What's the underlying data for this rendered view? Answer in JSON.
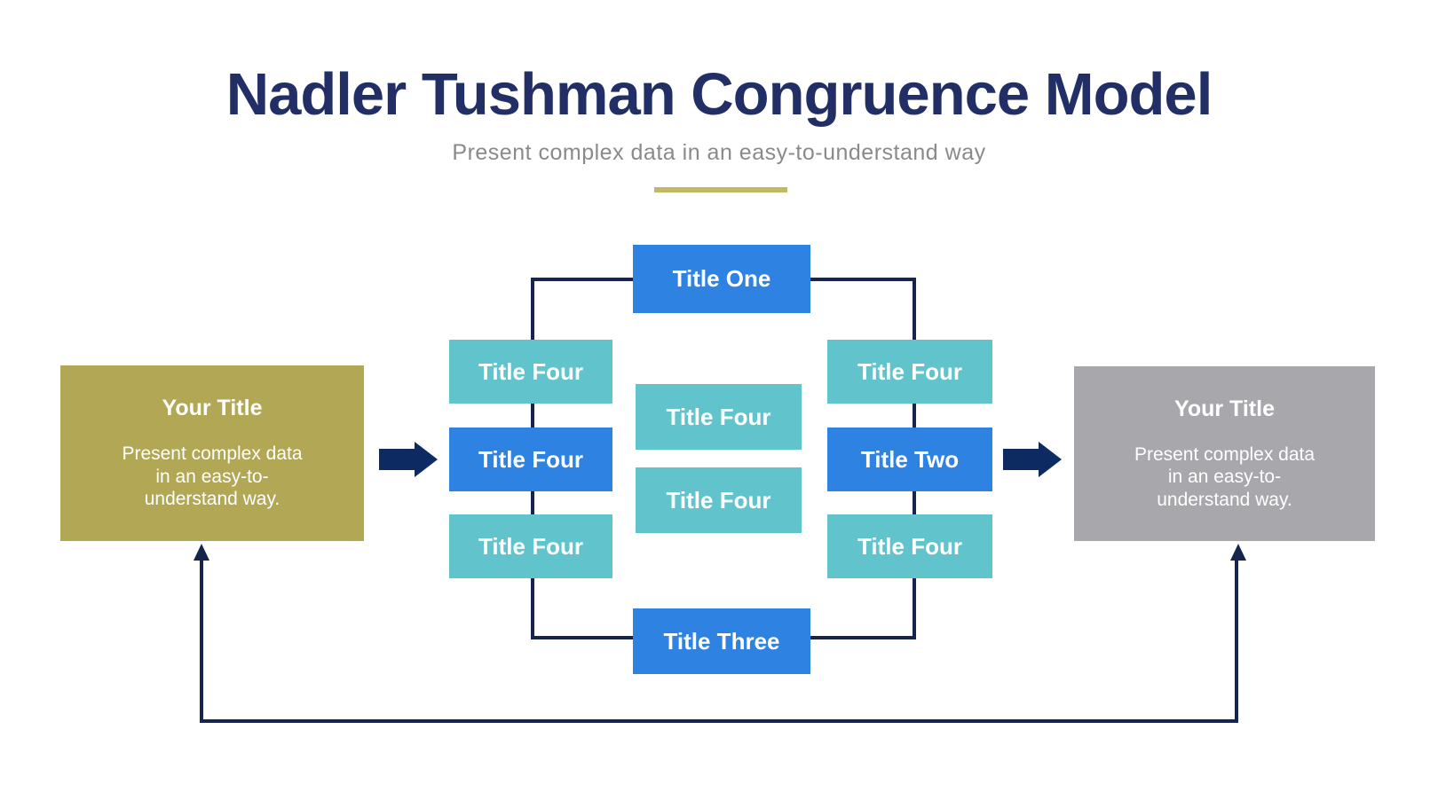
{
  "header": {
    "title": "Nadler Tushman Congruence Model",
    "subtitle": "Present complex data in an easy-to-understand way"
  },
  "left_panel": {
    "title": "Your Title",
    "body": "Present complex data\nin an easy-to-\nunderstand way."
  },
  "right_panel": {
    "title": "Your Title",
    "body": "Present complex data\nin an easy-to-\nunderstand way."
  },
  "diagram": {
    "top_box": {
      "label": "Title One",
      "variant": "blue"
    },
    "bottom_box": {
      "label": "Title Three",
      "variant": "blue"
    },
    "left_column": [
      {
        "label": "Title Four",
        "variant": "teal"
      },
      {
        "label": "Title Four",
        "variant": "blue"
      },
      {
        "label": "Title Four",
        "variant": "teal"
      }
    ],
    "center_column": [
      {
        "label": "Title Four",
        "variant": "teal"
      },
      {
        "label": "Title Four",
        "variant": "teal"
      }
    ],
    "right_column": [
      {
        "label": "Title Four",
        "variant": "teal"
      },
      {
        "label": "Title Two",
        "variant": "blue"
      },
      {
        "label": "Title Four",
        "variant": "teal"
      }
    ]
  },
  "colors": {
    "title_navy": "#222f66",
    "subtitle_gray": "#8a8a8a",
    "divider_olive": "#c2b964",
    "box_blue": "#2e82e2",
    "box_teal": "#61c4cd",
    "panel_olive": "#b1a754",
    "panel_gray": "#a8a7ac",
    "line_navy": "#15254d",
    "arrow_navy": "#0d2a63"
  }
}
